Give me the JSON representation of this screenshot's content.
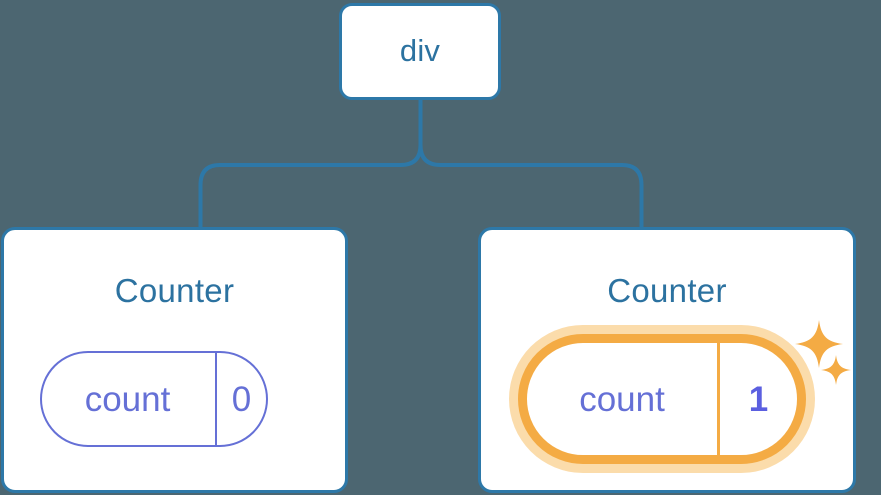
{
  "diagram": {
    "title": "React component tree with highlighted state update",
    "background_color": "#4c6671",
    "connector_color": "#2d78a8"
  },
  "root": {
    "label": "div",
    "text_color": "#2c72a0",
    "border_color": "#2d78a8"
  },
  "components": [
    {
      "name": "counter-left",
      "title": "Counter",
      "title_color": "#2c72a0",
      "border_color": "#2d78a8",
      "state": {
        "key": "count",
        "value": "0",
        "highlighted": false,
        "accent_color": "#6570d6"
      }
    },
    {
      "name": "counter-right",
      "title": "Counter",
      "title_color": "#2c72a0",
      "border_color": "#2d78a8",
      "state": {
        "key": "count",
        "value": "1",
        "highlighted": true,
        "accent_color": "#6570d6",
        "highlight_color": "#f4ab44",
        "highlight_glow_color": "#fbdcab"
      }
    }
  ],
  "sparkles": {
    "color": "#f4ab44",
    "items": [
      {
        "name": "sparkle-large",
        "size": "large"
      },
      {
        "name": "sparkle-small",
        "size": "small"
      }
    ]
  }
}
